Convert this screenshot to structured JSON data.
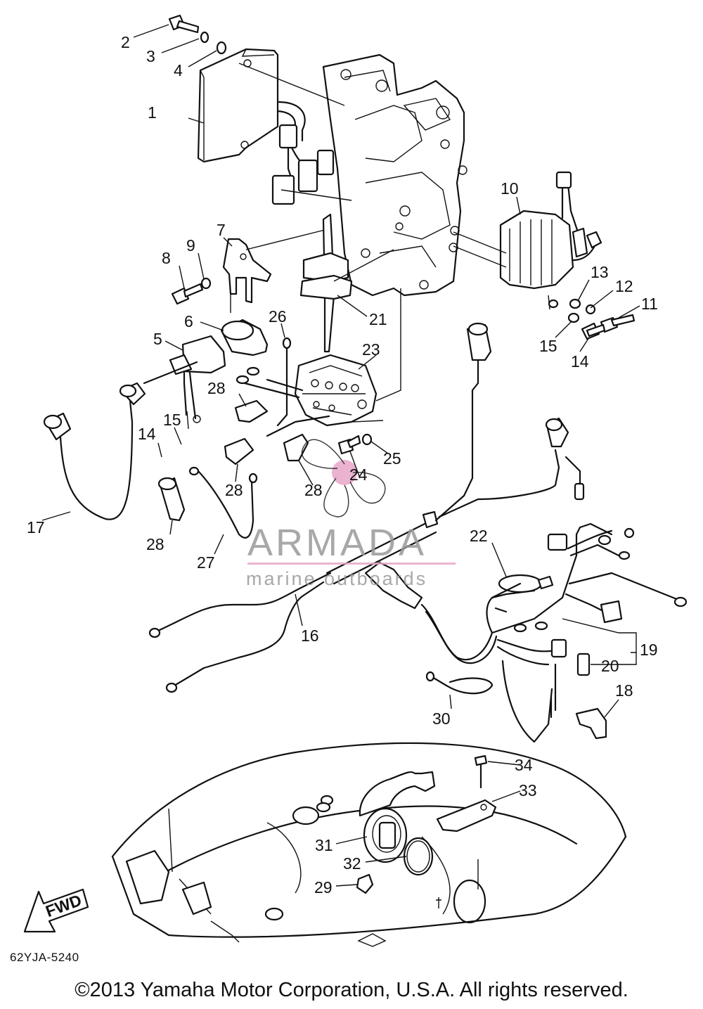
{
  "diagram": {
    "callouts": [
      {
        "label": "1"
      },
      {
        "label": "2"
      },
      {
        "label": "3"
      },
      {
        "label": "4"
      },
      {
        "label": "5"
      },
      {
        "label": "6"
      },
      {
        "label": "7"
      },
      {
        "label": "8"
      },
      {
        "label": "9"
      },
      {
        "label": "10"
      },
      {
        "label": "11"
      },
      {
        "label": "12"
      },
      {
        "label": "13"
      },
      {
        "label": "14"
      },
      {
        "label": "15"
      },
      {
        "label": "14"
      },
      {
        "label": "15"
      },
      {
        "label": "15"
      },
      {
        "label": "16"
      },
      {
        "label": "17"
      },
      {
        "label": "18"
      },
      {
        "label": "19"
      },
      {
        "label": "20"
      },
      {
        "label": "21"
      },
      {
        "label": "22"
      },
      {
        "label": "23"
      },
      {
        "label": "24"
      },
      {
        "label": "25"
      },
      {
        "label": "26"
      },
      {
        "label": "27"
      },
      {
        "label": "28"
      },
      {
        "label": "28"
      },
      {
        "label": "28"
      },
      {
        "label": "28"
      },
      {
        "label": "29"
      },
      {
        "label": "30"
      },
      {
        "label": "31"
      },
      {
        "label": "32"
      },
      {
        "label": "33"
      },
      {
        "label": "34"
      }
    ],
    "direction_label": "FWD",
    "diagram_code": "62YJA-5240",
    "copyright": "©2013 Yamaha Motor Corporation, U.S.A. All rights reserved."
  },
  "watermark": {
    "name": "ARMADA",
    "tagline": "marine outboards",
    "color": "#e8a6c8"
  }
}
